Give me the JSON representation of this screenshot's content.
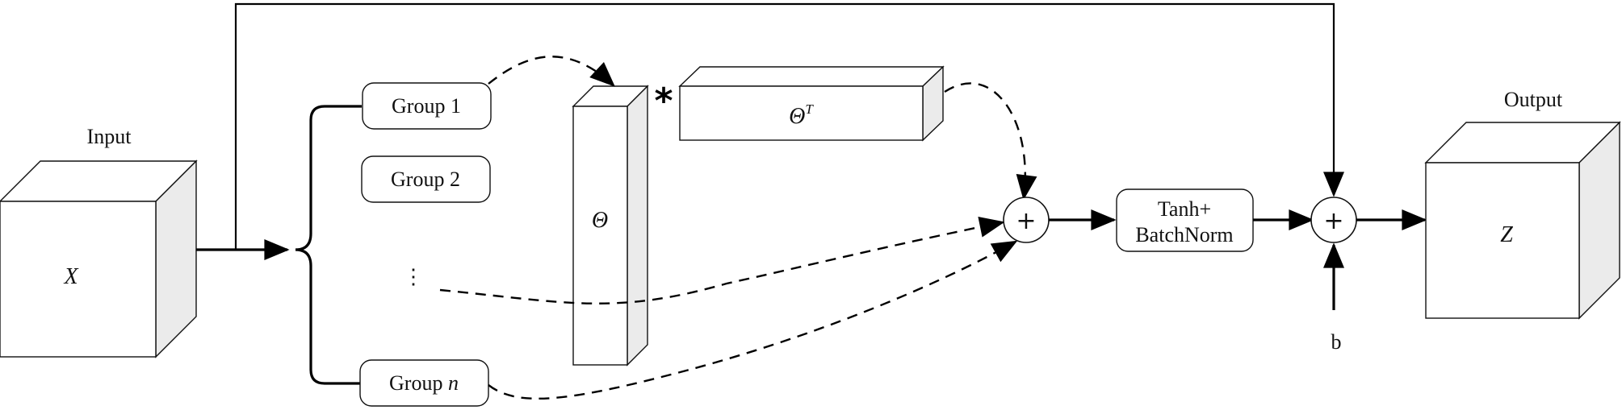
{
  "input": {
    "title": "Input",
    "symbol": "X"
  },
  "output": {
    "title": "Output",
    "symbol": "Z"
  },
  "groups": [
    {
      "label": "Group 1"
    },
    {
      "label": "Group 2"
    },
    {
      "label": "⋮"
    },
    {
      "label": "Group ",
      "label_italic": "n"
    }
  ],
  "theta": {
    "symbol": "Θ"
  },
  "theta_t": {
    "symbol": "Θ",
    "superscript": "T"
  },
  "multiply_symbol": "*",
  "add_symbol": "+",
  "norm_block": {
    "line1": "Tanh+",
    "line2": "BatchNorm"
  },
  "bias": {
    "label": "b"
  }
}
